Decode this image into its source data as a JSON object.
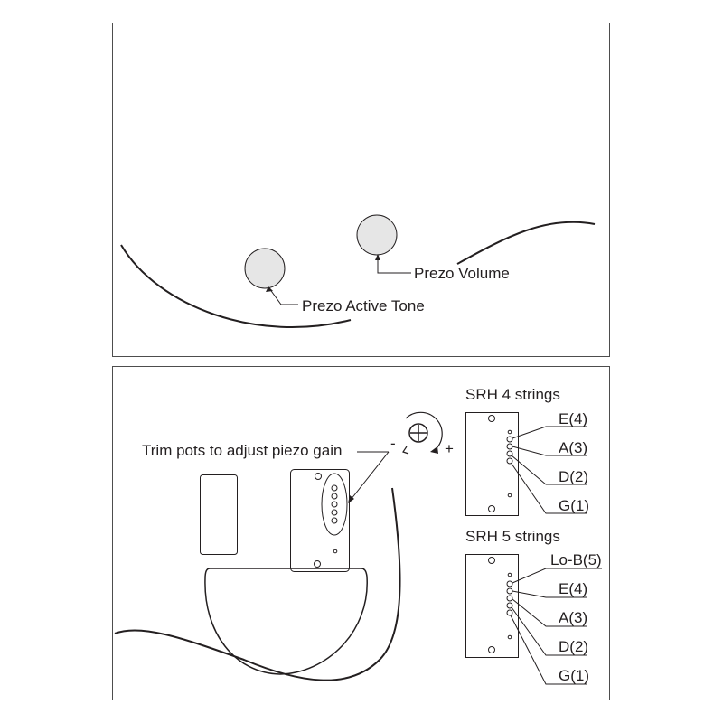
{
  "top_panel": {
    "knob_volume_label": "Prezo Volume",
    "knob_tone_label": "Prezo Active Tone"
  },
  "bottom_panel": {
    "trim_label": "Trim pots to adjust piezo gain",
    "minus_sign": "-",
    "plus_sign": "+",
    "srh4": {
      "title": "SRH 4 strings",
      "strings": [
        "E(4)",
        "A(3)",
        "D(2)",
        "G(1)"
      ]
    },
    "srh5": {
      "title": "SRH 5 strings",
      "strings": [
        "Lo-B(5)",
        "E(4)",
        "A(3)",
        "D(2)",
        "G(1)"
      ]
    }
  },
  "colors": {
    "line": "#231f20",
    "knob_fill": "#e6e6e6",
    "panel_border": "#4d4d4d"
  }
}
